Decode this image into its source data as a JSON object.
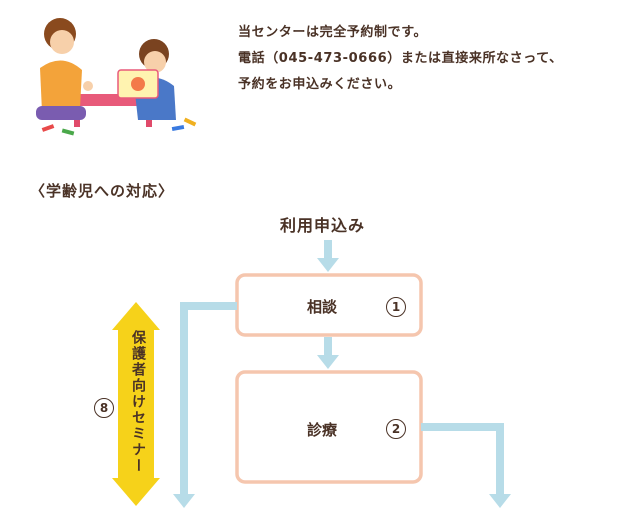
{
  "intro": {
    "lines": [
      "当センターは完全予約制です。",
      "電話（045-473-0666）または直接来所なさって、",
      "予約をお申込みください。"
    ]
  },
  "section_title": "〈学齢児への対応〉",
  "flow": {
    "start_label": "利用申込み",
    "steps": [
      {
        "label": "相談",
        "number": "1"
      },
      {
        "label": "診療",
        "number": "2"
      }
    ],
    "side": {
      "label": "保護者向けセミナー",
      "number": "8"
    }
  },
  "colors": {
    "text": "#4a3226",
    "box_border": "#f5c6ae",
    "arrow": "#b7dce8",
    "yellow_arrow": "#f6d21a",
    "yellow_arrow_dark": "#f0b400"
  },
  "illustration": {
    "icon": "children-playing-illustration"
  }
}
